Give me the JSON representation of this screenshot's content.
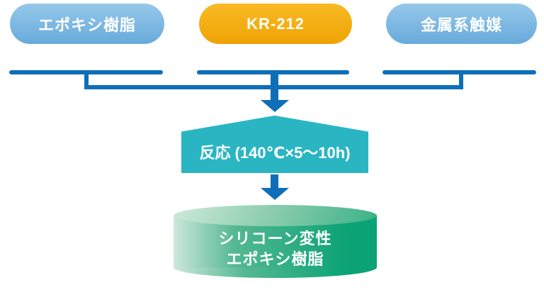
{
  "inputs": [
    {
      "label": "エポキシ樹脂"
    },
    {
      "label": "KR-212"
    },
    {
      "label": "金属系触媒"
    }
  ],
  "process": {
    "label": "反応 (140℃×5〜10h)"
  },
  "output": {
    "line1": "シリコーン変性",
    "line2": "エポキシ樹脂"
  },
  "colors": {
    "line_blue": "#0e6fb8",
    "teal": "#2ab5c3",
    "pill_blue_top": "#96c8ea",
    "pill_blue_bottom": "#68aadb",
    "pill_orange_top": "#f9ba25",
    "pill_orange_bottom": "#efa303",
    "cyl_light": "#cde8da",
    "cyl_mid": "#55b892",
    "cyl_dark": "#0ba375",
    "cyl_top_light": "#cfe9db",
    "cyl_top_mid": "#8fceb0",
    "cyl_top_dark": "#3bb287",
    "text_white": "#ffffff"
  }
}
